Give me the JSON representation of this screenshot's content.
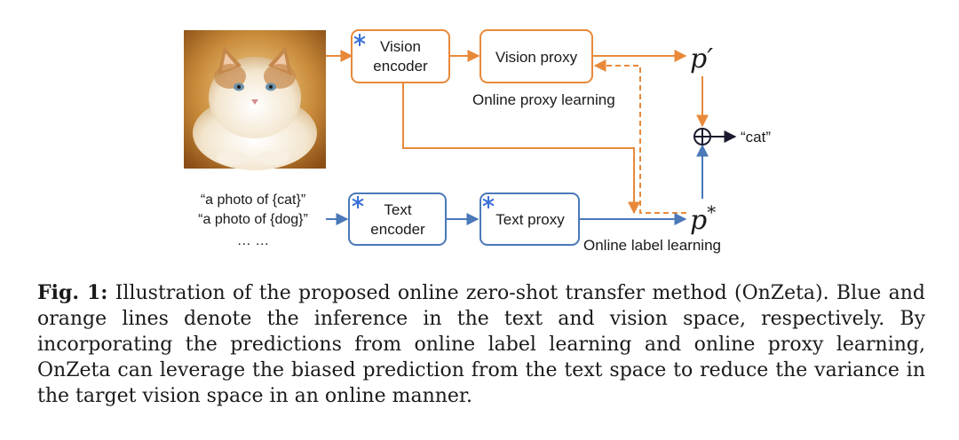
{
  "figure": {
    "colors": {
      "vision": "#E8893A",
      "text": "#4A78B8",
      "frozen": "#3A6FD8",
      "dark": "#1a1a2e"
    },
    "icons": {
      "frozen": "snowflake-icon",
      "sum": "circled-plus-icon",
      "cat": "cat-photo"
    },
    "vision_encoder": {
      "line1": "Vision",
      "line2": "encoder"
    },
    "vision_proxy": {
      "label": "Vision proxy"
    },
    "online_proxy_label": "Online proxy learning",
    "p_prime": "p′",
    "text_encoder": {
      "line1": "Text",
      "line2": "encoder"
    },
    "text_proxy": {
      "label": "Text proxy"
    },
    "online_label_label": "Online label learning",
    "p_star": {
      "base": "p",
      "sup": "*"
    },
    "output_label": "“cat”",
    "prompts": [
      "“a photo of {cat}”",
      "“a photo of {dog}”",
      "… …"
    ]
  },
  "caption": {
    "prefix": "Fig. 1:",
    "text": "Illustration of the proposed online zero-shot transfer method (OnZeta). Blue and orange lines denote the inference in the text and vision space, respectively. By incorporating the predictions from online label learning and online proxy learning, OnZeta can leverage the biased prediction from the text space to reduce the variance in the target vision space in an online manner."
  }
}
